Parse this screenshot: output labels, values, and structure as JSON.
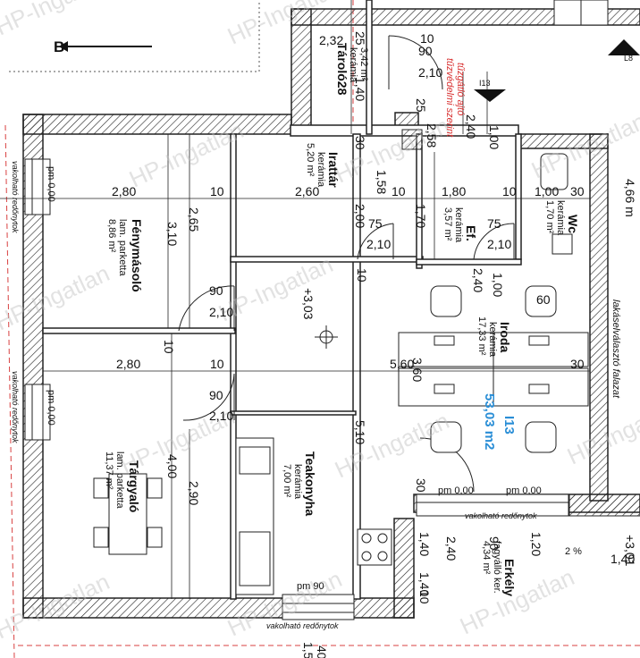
{
  "section_label": "B",
  "marker_l8": "L8",
  "marker_i13": "I13",
  "watermark": "HP-Ingatlan",
  "rooms": {
    "taroló": {
      "name": "Tároló28",
      "floor": "kerámia",
      "area": "3,42 m²"
    },
    "irattar": {
      "name": "Irattár",
      "floor": "kerámia",
      "area": "5,20 m²"
    },
    "elotér": {
      "name": "Ef.",
      "floor": "kerámia",
      "area": "3,57 m²"
    },
    "wc": {
      "name": "Wc",
      "floor": "kerámia",
      "area": "1,70 m²"
    },
    "fenymasolo": {
      "name": "Fénymásoló",
      "floor": "lam. parketta",
      "area": "8,86 m²"
    },
    "targyalo": {
      "name": "Tárgyaló",
      "floor": "lam. parketta",
      "area": "11,37 m²"
    },
    "teakonyha": {
      "name": "Teakonyha",
      "floor": "kerámia",
      "area": "7,00 m²"
    },
    "iroda": {
      "name": "Iroda",
      "floor": "kerámia",
      "area": "17,33 m²"
    },
    "erkely": {
      "name": "Erkély",
      "floor": "fagyálló ker.",
      "area": "4,34 m²"
    }
  },
  "unit": {
    "id": "I13",
    "total_area": "53,03 m2"
  },
  "fire_door_note": [
    "tűzgátló ajtó",
    "tűzvédelmi szerint"
  ],
  "shutter_label": "vakolható redőnytok",
  "furniture_label": "lakáselválasztó falazat",
  "levels": {
    "main": "+3,03",
    "balcony": "+3,01"
  },
  "slope": "2 %",
  "dims": {
    "d232": "2,32",
    "d25a": "25",
    "d140a": "1,40",
    "d10a": "10",
    "d90a": "90",
    "d210a": "2,10",
    "d30a": "30",
    "d25b": "25",
    "d240a": "2,40",
    "d100a": "1,00",
    "d258": "2,58",
    "d280a": "2,80",
    "d10b": "10",
    "d260": "2,60",
    "d10c": "10",
    "d180": "1,80",
    "d10d": "10",
    "d100b": "1,00",
    "d30b": "30",
    "d158": "1,58",
    "d200": "2,00",
    "d170": "1,70",
    "d466": "4,66 m",
    "d265": "2,65",
    "d310": "3,10",
    "d75a": "75",
    "d210b": "2,10",
    "d75b": "75",
    "d210c": "2,10",
    "d90b": "90",
    "d210d": "2,10",
    "d10e": "10",
    "d240b": "2,40",
    "d100c": "1,00",
    "d60": "60",
    "d10f": "10",
    "d280b": "2,80",
    "d10g": "10",
    "d560": "5,60",
    "d30c": "30",
    "d360": "3,60",
    "d90c": "90",
    "d210e": "2,10",
    "d510": "5,10",
    "d400": "4,00",
    "d290": "2,90",
    "pm000a": "pm 0,00",
    "pm000b": "pm 0,00",
    "pm000c": "pm 0,00",
    "pm000d": "pm 0,00",
    "pm090": "pm 90",
    "d30d": "30",
    "d140b": "1,40",
    "d240c": "2,40",
    "d90d": "90",
    "d120": "1,20",
    "d140c": "1,40",
    "d140d": "1,40",
    "d10h": "10",
    "d150": "1,50",
    "d40": "40"
  }
}
